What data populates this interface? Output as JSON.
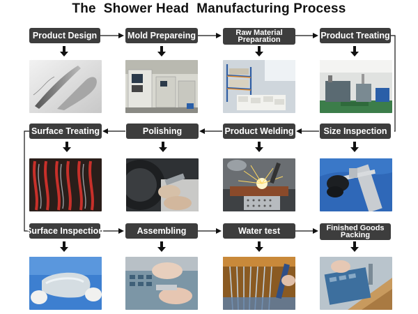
{
  "title": "The  Shower Head  Manufacturing Process",
  "steps": [
    {
      "label": "Product Design",
      "photo": "design-sketch"
    },
    {
      "label": "Mold Prepareing",
      "photo": "cnc-machines"
    },
    {
      "label": "Raw Material Preparation",
      "photo": "warehouse"
    },
    {
      "label": "Product Treating",
      "photo": "workshop"
    },
    {
      "label": "Size Inspection",
      "photo": "caliper"
    },
    {
      "label": "Product Welding",
      "photo": "welding-sparks"
    },
    {
      "label": "Polishing",
      "photo": "polishing-wheel"
    },
    {
      "label": "Surface Treating",
      "photo": "plating-rack"
    },
    {
      "label": "Surface Inspection",
      "photo": "gloved-inspection"
    },
    {
      "label": "Assembling",
      "photo": "assembly-bench"
    },
    {
      "label": "Water test",
      "photo": "water-spray"
    },
    {
      "label": "Finished Goods Packing",
      "photo": "packing-box"
    }
  ]
}
